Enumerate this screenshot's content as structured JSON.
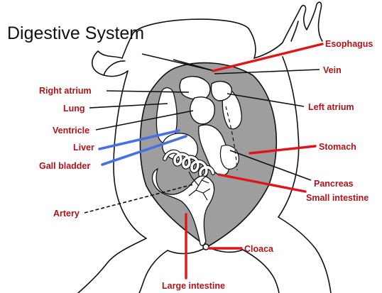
{
  "title": "Digestive System",
  "labels": {
    "esophagus": "Esophagus",
    "vein": "Vein",
    "right_atrium": "Right atrium",
    "lung": "Lung",
    "left_atrium": "Left atrium",
    "ventricle": "Ventricle",
    "liver": "Liver",
    "stomach": "Stomach",
    "gall_bladder": "Gall bladder",
    "pancreas": "Pancreas",
    "small_intestine": "Small intestine",
    "artery": "Artery",
    "cloaca": "Cloaca",
    "large_intestine": "Large intestine"
  },
  "colors": {
    "label": "#b0131a",
    "pointer_red": "#e0151b",
    "pointer_blue": "#4a6fe0",
    "cavity": "#9e9e9e",
    "outline": "#111111"
  }
}
